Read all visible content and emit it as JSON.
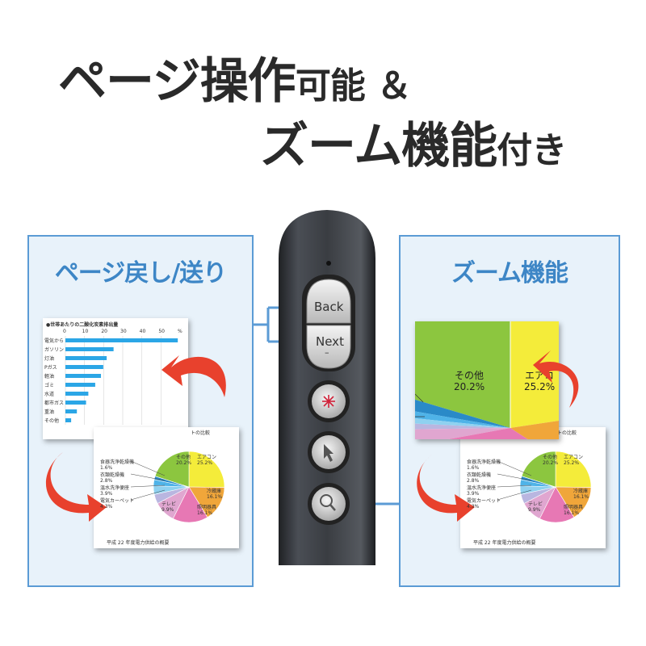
{
  "headline": {
    "line1_main": "ページ操作",
    "line1_small": "可能 ＆",
    "line2_main": "ズーム機能",
    "line2_small": "付き"
  },
  "left_panel": {
    "title": "ページ戻し/送り",
    "bar_chart": {
      "title": "●世帯あたりの二酸化炭素排出量",
      "ticks": [
        "0",
        "10",
        "20",
        "30",
        "40",
        "50",
        "%"
      ],
      "categories": [
        "電気から",
        "ガソリン",
        "灯油",
        "Pガス",
        "軽油",
        "ゴミ",
        "水道",
        "都市ガス",
        "重油",
        "その他"
      ]
    }
  },
  "right_panel": {
    "title": "ズーム機能",
    "zoom_labels": [
      {
        "name": "その他",
        "value": "20.2%"
      },
      {
        "name": "エアコ",
        "value": "25.2%"
      }
    ]
  },
  "pie_card": {
    "header": "トの比較",
    "footer": "平成 22 年度電力供給の概要",
    "labels": [
      {
        "name": "食器洗浄乾燥機",
        "value": "1.6%"
      },
      {
        "name": "衣類乾燥機",
        "value": "2.8%"
      },
      {
        "name": "温水洗浄便座",
        "value": "3.9%"
      },
      {
        "name": "電気カーペット",
        "value": "4.3%"
      },
      {
        "name": "その他",
        "value": "20.2%"
      },
      {
        "name": "エアコン",
        "value": "25.2%"
      },
      {
        "name": "冷蔵庫",
        "value": "16.1%"
      },
      {
        "name": "照明器具",
        "value": "16.1%"
      },
      {
        "name": "テレビ",
        "value": "9.9%"
      }
    ]
  },
  "device": {
    "back_label": "Back",
    "next_label": "Next",
    "next_sub": "–"
  },
  "colors": {
    "panel_border": "#5b9bd5",
    "panel_bg": "#e8f2fa",
    "title_blue": "#3d86c6",
    "arrow_red": "#e8412d",
    "device_body": "#3a3d42"
  }
}
